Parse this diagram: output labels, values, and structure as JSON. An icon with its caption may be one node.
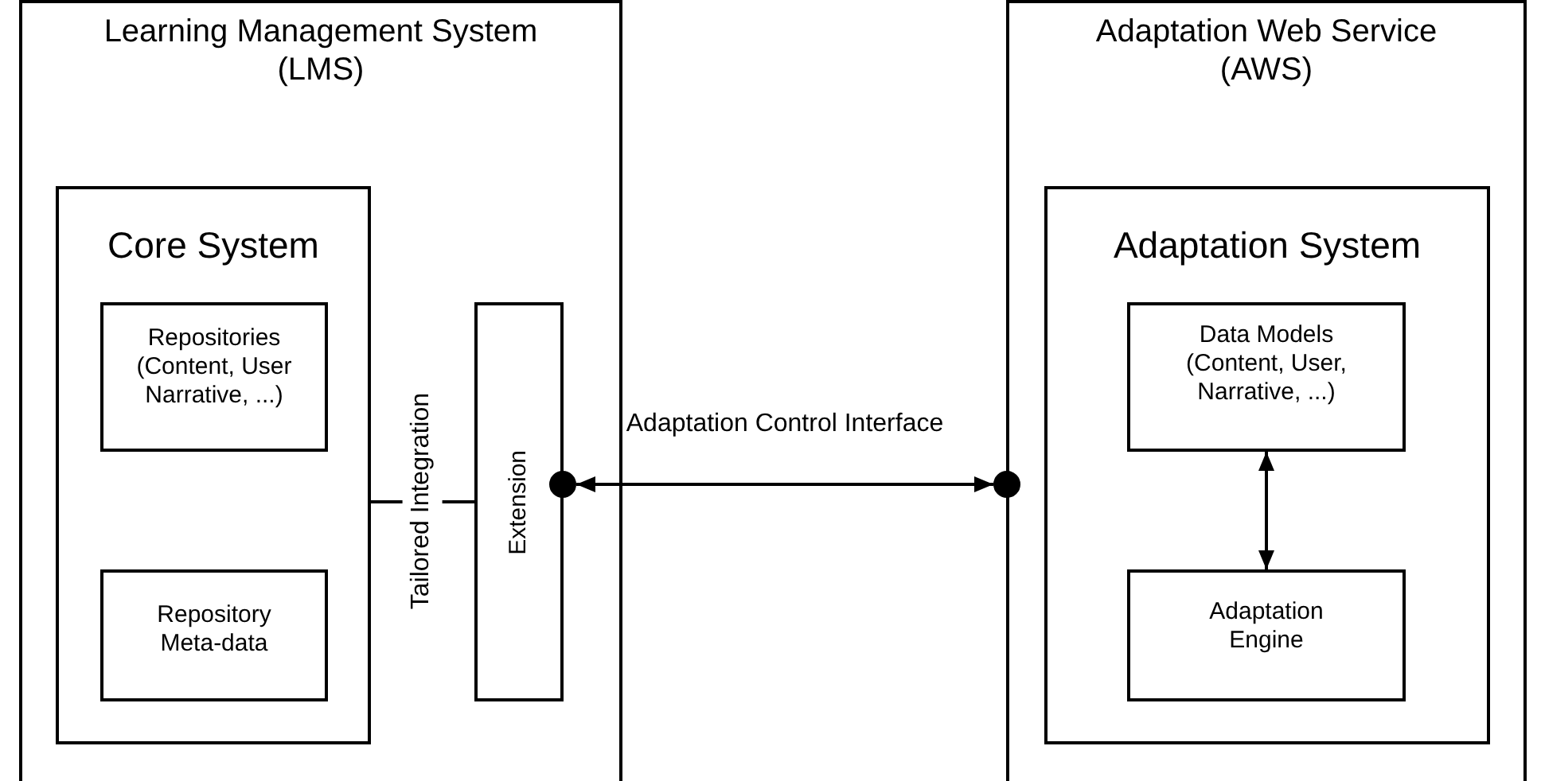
{
  "diagram": {
    "nodes": [
      {
        "text": [
          "Learning Management System (LMS)"
        ]
      },
      {
        "text": [
          "Core System"
        ],
        "in": 0
      },
      {
        "text": [
          "Repositories (Content, User Narrative, ...)"
        ],
        "in": 1
      },
      {
        "text": [
          "Repository Meta-data"
        ],
        "in": 1
      },
      {
        "text": [
          "Extension"
        ],
        "in": 0
      },
      {
        "text": [
          "Adaptation Web Service (AWS)"
        ]
      },
      {
        "text": [
          "Adaptation System"
        ],
        "in": 5
      },
      {
        "text": [
          "Data Models (Content, User, Narrative, ...)"
        ],
        "in": 6
      },
      {
        "text": [
          "Adaptation Engine"
        ],
        "in": 6
      },
      {
        "text": [],
        "shape": "circle",
        "in": 0
      },
      {
        "text": [],
        "shape": "circle"
      }
    ],
    "edges": [
      {
        "from": 1,
        "to": 4,
        "arrow": "none",
        "label": "Tailored Integration"
      },
      {
        "from": 9,
        "to": 10,
        "arrow": "both",
        "label": "Adaptation Control Interface"
      },
      {
        "from": 7,
        "to": 8,
        "arrow": "both"
      }
    ]
  }
}
